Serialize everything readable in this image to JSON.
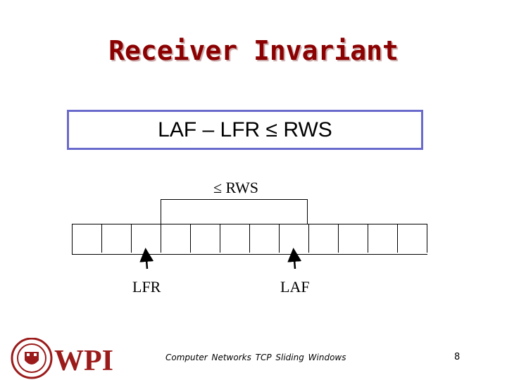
{
  "slide": {
    "title": "Receiver Invariant",
    "invariant": "LAF – LFR ≤ RWS",
    "rws_label": "≤ RWS",
    "cell_count": 12,
    "pointers": {
      "lfr": "LFR",
      "laf": "LAF"
    },
    "footer": "Computer Networks  TCP Sliding Windows",
    "page_number": "8",
    "logo_text": "WPI"
  },
  "colors": {
    "title": "#8b0000",
    "box_border": "#6a6acd",
    "logo": "#9b1b1b"
  }
}
